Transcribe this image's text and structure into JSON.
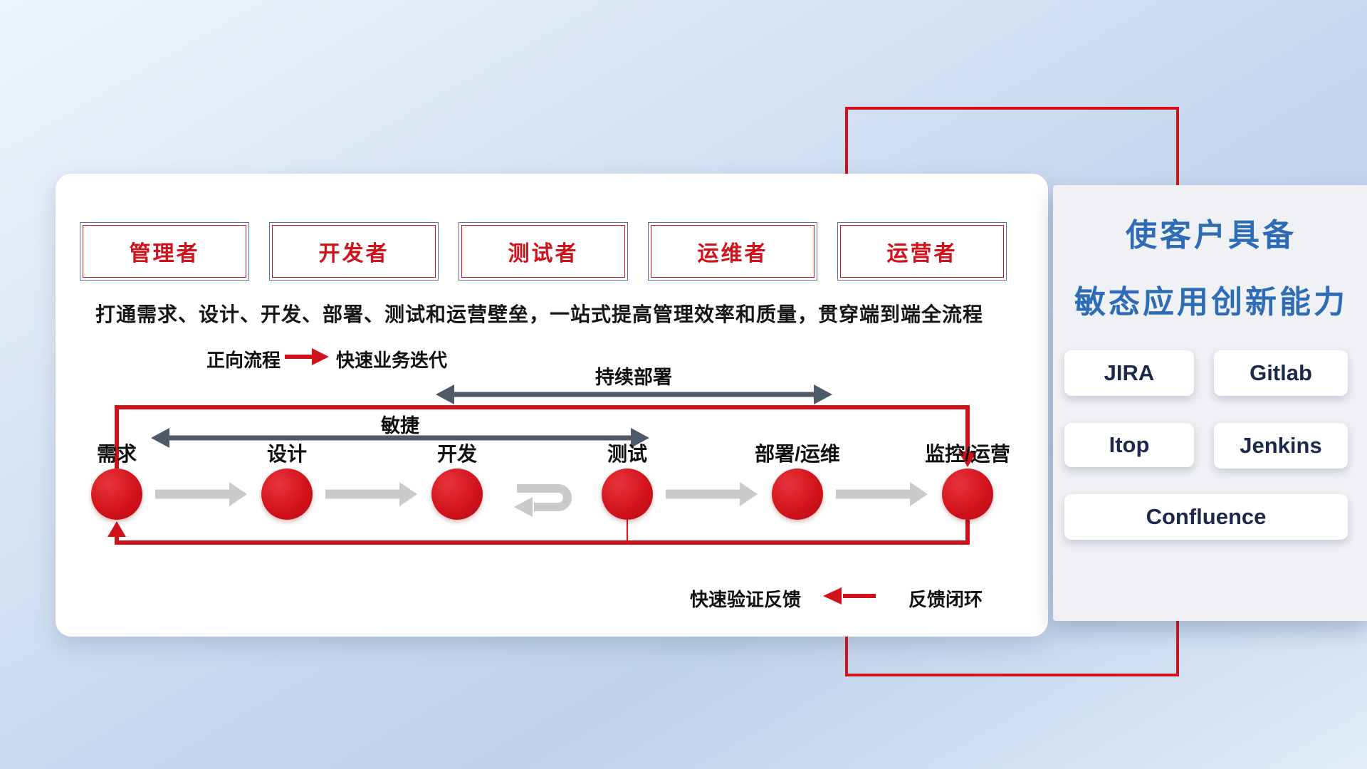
{
  "card": {
    "roles": [
      "管理者",
      "开发者",
      "测试者",
      "运维者",
      "运营者"
    ],
    "description": "打通需求、设计、开发、部署、测试和运营壁垒，一站式提高管理效率和质量，贯穿端到端全流程",
    "legend": {
      "forward_label": "正向流程",
      "forward_desc": "快速业务迭代",
      "feedback_desc": "快速验证反馈",
      "feedback_label": "反馈闭环"
    },
    "spans": {
      "continuous_deployment": "持续部署",
      "agile": "敏捷"
    },
    "steps": [
      "需求",
      "设计",
      "开发",
      "测试",
      "部署/运维",
      "监控/运营"
    ]
  },
  "panel": {
    "title_line1": "使客户具备",
    "title_line2": "敏态应用创新能力",
    "tools": [
      "JIRA",
      "Gitlab",
      "Itop",
      "Jenkins",
      "Confluence"
    ]
  },
  "colors": {
    "accent_red": "#d0121b",
    "dark_arrow": "#4e5a68",
    "gray_arrow": "#c9cacc",
    "title_blue": "#2e6cb5",
    "tool_text_navy": "#1b2a4a"
  }
}
